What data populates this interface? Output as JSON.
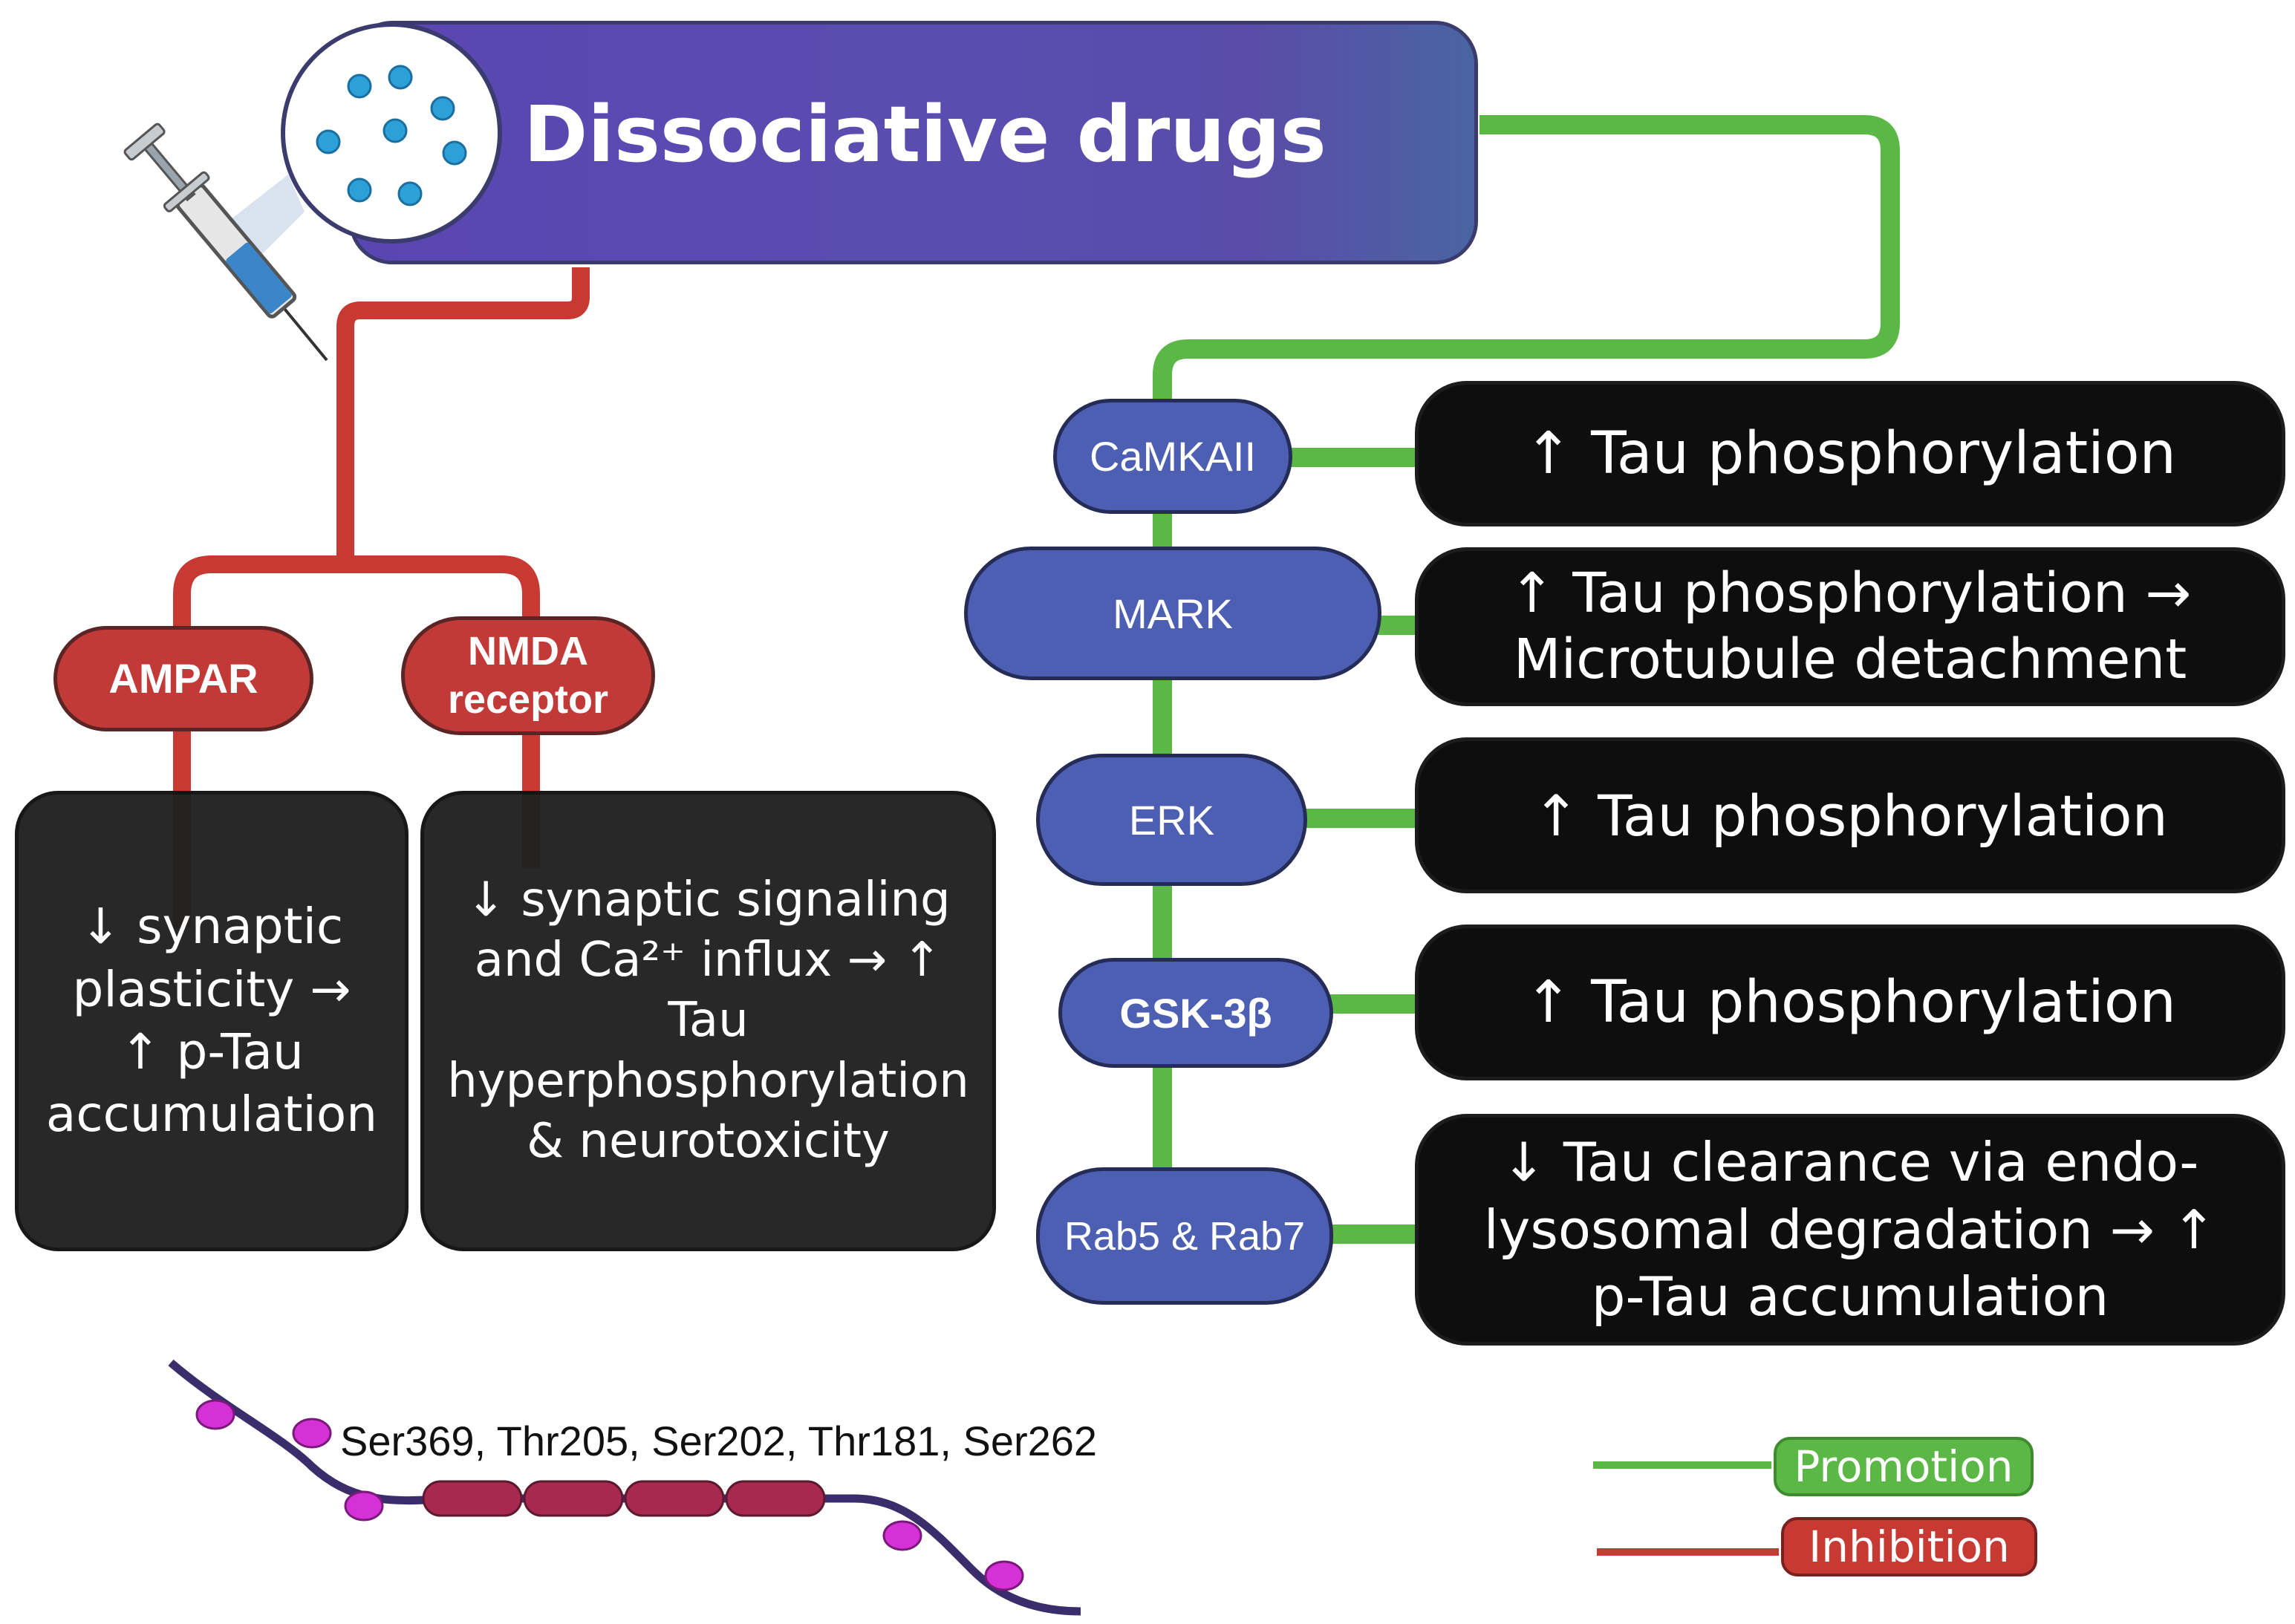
{
  "title": "Dissociative drugs",
  "left_branch": {
    "nodes": [
      {
        "label": "AMPAR",
        "effect": "↓ synaptic\nplasticity →\n↑ p-Tau\naccumulation"
      },
      {
        "label": "NMDA\nreceptor",
        "effect": "↓ synaptic signaling\nand Ca²⁺ influx → ↑\nTau\nhyperphosphorylation\n& neurotoxicity"
      }
    ]
  },
  "right_branch": {
    "nodes": [
      {
        "label": "CaMKAII",
        "effect": "↑ Tau phosphorylation"
      },
      {
        "label": "MARK",
        "effect": "↑ Tau phosphorylation →\nMicrotubule detachment"
      },
      {
        "label": "ERK",
        "effect": "↑ Tau phosphorylation"
      },
      {
        "label": "GSK-3β",
        "effect": "↑ Tau phosphorylation"
      },
      {
        "label": "Rab5 & Rab7",
        "effect": "↓ Tau clearance via endo-\nlysosomal degradation → ↑\np-Tau accumulation"
      }
    ]
  },
  "tau_sites": "Ser369, Thr205, Ser202, Thr181, Ser262",
  "legend": {
    "promotion": "Promotion",
    "inhibition": "Inhibition"
  },
  "colors": {
    "promotion": "#5cb846",
    "inhibition": "#c63a33",
    "title_bg": "#5a48b0",
    "receptor_bg": "#c23a38",
    "kinase_bg": "#4d5fb3",
    "box_bg": "#0e0e0e"
  },
  "icons": [
    "syringe-icon",
    "drug-molecules-icon",
    "tau-protein-icon"
  ]
}
